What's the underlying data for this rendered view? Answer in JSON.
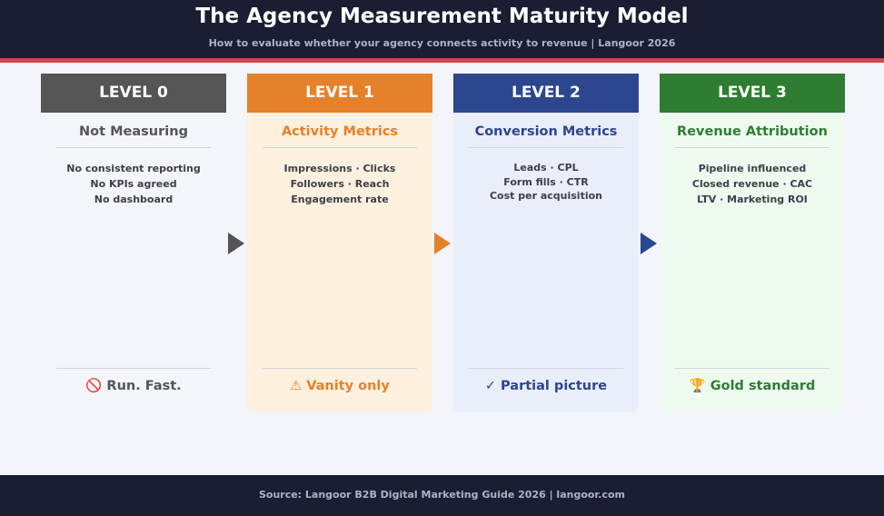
{
  "header": {
    "title": "The Agency Measurement Maturity Model",
    "subtitle": "How to evaluate whether your agency connects activity to revenue  |  Langoor 2026"
  },
  "levels": [
    {
      "label": "LEVEL 0",
      "title": "Not Measuring",
      "lines": [
        "No consistent reporting",
        "No KPIs agreed",
        "No dashboard"
      ],
      "footer": "🚫 Run. Fast.",
      "head_color": "#555555",
      "accent_color": "#555555",
      "bg_color": "#f3f5fa"
    },
    {
      "label": "LEVEL 1",
      "title": "Activity Metrics",
      "lines": [
        "Impressions · Clicks",
        "Followers · Reach",
        "Engagement rate"
      ],
      "footer": "⚠ Vanity only",
      "head_color": "#e5812a",
      "accent_color": "#e5812a",
      "bg_color": "#fdf0de"
    },
    {
      "label": "LEVEL 2",
      "title": "Conversion Metrics",
      "lines": [
        "Leads · CPL",
        "Form fills · CTR",
        "Cost per acquisition"
      ],
      "footer": "✓ Partial picture",
      "head_color": "#2c4790",
      "accent_color": "#2c4790",
      "bg_color": "#e9eefa"
    },
    {
      "label": "LEVEL 3",
      "title": "Revenue Attribution",
      "lines": [
        "Pipeline influenced",
        "Closed revenue · CAC",
        "LTV · Marketing ROI"
      ],
      "footer": "🏆 Gold standard",
      "head_color": "#2f7d32",
      "accent_color": "#2f7d32",
      "bg_color": "#eefaf0"
    }
  ],
  "footer": {
    "source": "Source: Langoor B2B Digital Marketing Guide 2026  |  langoor.com"
  }
}
